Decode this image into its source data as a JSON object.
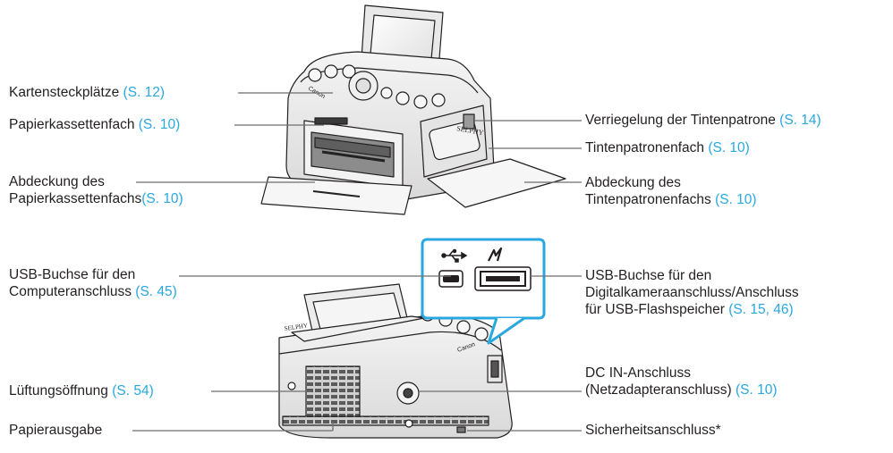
{
  "colors": {
    "reference": "#29a8e0",
    "text": "#231f20",
    "leader": "#6d6e71",
    "callout_box": "#29a8e0"
  },
  "top_printer": {
    "brand": "Canon",
    "model": "SELPHY",
    "labels": {
      "card_slots": {
        "text": "Kartensteckplätze",
        "ref": "(S. 12)"
      },
      "paper_cassette_slot": {
        "text": "Papierkassettenfach",
        "ref": "(S. 10)"
      },
      "paper_cassette_cover_line1": "Abdeckung des",
      "paper_cassette_cover": {
        "text": "Papierkassettenfachs",
        "ref": "(S. 10)"
      },
      "ink_lock": {
        "text": "Verriegelung der Tintenpatrone",
        "ref": "(S. 14)"
      },
      "ink_slot": {
        "text": "Tintenpatronenfach",
        "ref": "(S. 10)"
      },
      "ink_cover_line1": "Abdeckung des",
      "ink_cover": {
        "text": "Tintenpatronenfachs",
        "ref": "(S. 10)"
      }
    }
  },
  "bottom_printer": {
    "brand": "Canon",
    "model": "SELPHY",
    "labels": {
      "usb_computer_line1": "USB-Buchse für den",
      "usb_computer": {
        "text": "Computeranschluss",
        "ref": "(S. 45)"
      },
      "usb_camera_line1": "USB-Buchse für den",
      "usb_camera_line2": "Digitalkameraanschluss/Anschluss",
      "usb_camera": {
        "text": "für USB-Flashspeicher",
        "ref": "(S. 15, 46)"
      },
      "vent": {
        "text": "Lüftungsöffnung",
        "ref": "(S. 54)"
      },
      "paper_output": {
        "text": "Papierausgabe"
      },
      "dc_in_line1": "DC IN-Anschluss",
      "dc_in": {
        "text": "(Netzadapteranschluss)",
        "ref": "(S. 10)"
      },
      "security_slot": {
        "text": "Sicherheitsanschluss*"
      }
    }
  }
}
